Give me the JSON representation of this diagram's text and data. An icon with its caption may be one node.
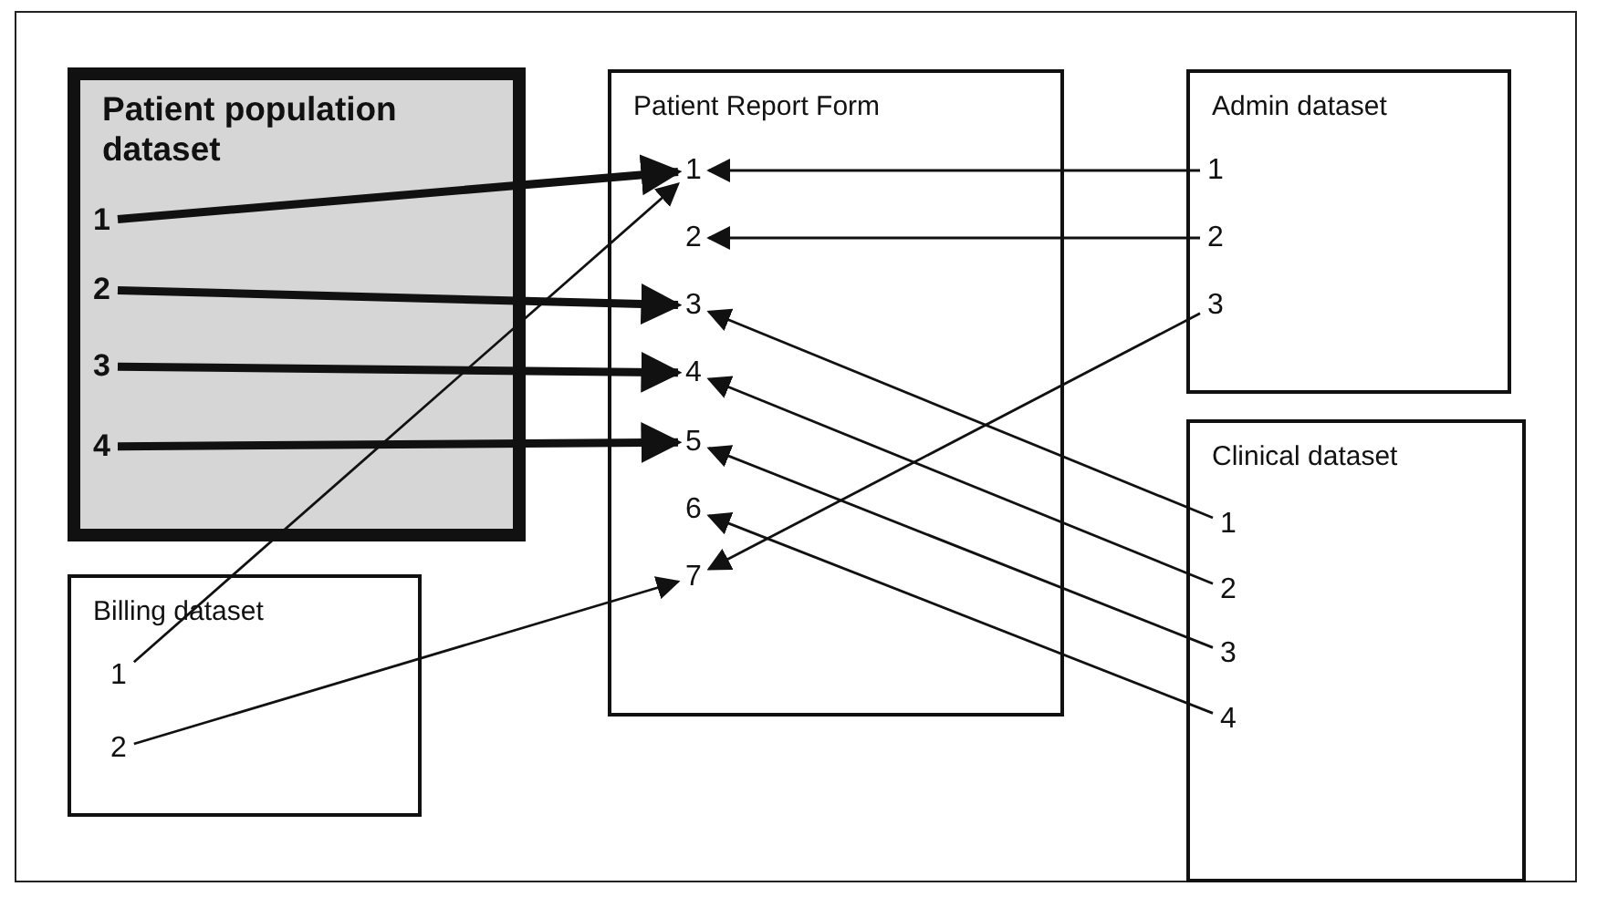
{
  "diagram": {
    "nodes": [
      {
        "text": [
          "Patient population dataset"
        ]
      },
      {
        "text": [
          "1"
        ],
        "in": 0
      },
      {
        "text": [
          "2"
        ],
        "in": 0
      },
      {
        "text": [
          "3"
        ],
        "in": 0
      },
      {
        "text": [
          "4"
        ],
        "in": 0
      },
      {
        "text": [
          "Patient Report Form"
        ]
      },
      {
        "text": [
          "1"
        ],
        "in": 5
      },
      {
        "text": [
          "2"
        ],
        "in": 5
      },
      {
        "text": [
          "3"
        ],
        "in": 5
      },
      {
        "text": [
          "4"
        ],
        "in": 5
      },
      {
        "text": [
          "5"
        ],
        "in": 5
      },
      {
        "text": [
          "6"
        ],
        "in": 5
      },
      {
        "text": [
          "7"
        ],
        "in": 5
      },
      {
        "text": [
          "Admin dataset"
        ]
      },
      {
        "text": [
          "1"
        ],
        "in": 13
      },
      {
        "text": [
          "2"
        ],
        "in": 13
      },
      {
        "text": [
          "3"
        ],
        "in": 13
      },
      {
        "text": [
          "Clinical dataset"
        ]
      },
      {
        "text": [
          "1"
        ],
        "in": 17
      },
      {
        "text": [
          "2"
        ],
        "in": 17
      },
      {
        "text": [
          "3"
        ],
        "in": 17
      },
      {
        "text": [
          "4"
        ],
        "in": 17
      },
      {
        "text": [
          "Billing dataset"
        ]
      },
      {
        "text": [
          "1"
        ],
        "in": 22
      },
      {
        "text": [
          "2"
        ],
        "in": 22
      }
    ],
    "edges": [
      {
        "from": 1,
        "to": 6,
        "arrow": "to",
        "style": "thick"
      },
      {
        "from": 2,
        "to": 8,
        "arrow": "to",
        "style": "thick"
      },
      {
        "from": 3,
        "to": 9,
        "arrow": "to",
        "style": "thick"
      },
      {
        "from": 4,
        "to": 10,
        "arrow": "to",
        "style": "thick"
      },
      {
        "from": 14,
        "to": 6,
        "arrow": "to"
      },
      {
        "from": 15,
        "to": 7,
        "arrow": "to"
      },
      {
        "from": 16,
        "to": 12,
        "arrow": "to"
      },
      {
        "from": 18,
        "to": 8,
        "arrow": "to"
      },
      {
        "from": 19,
        "to": 9,
        "arrow": "to"
      },
      {
        "from": 20,
        "to": 10,
        "arrow": "to"
      },
      {
        "from": 21,
        "to": 11,
        "arrow": "to"
      },
      {
        "from": 23,
        "to": 6,
        "arrow": "to"
      },
      {
        "from": 24,
        "to": 12,
        "arrow": "to"
      }
    ]
  }
}
